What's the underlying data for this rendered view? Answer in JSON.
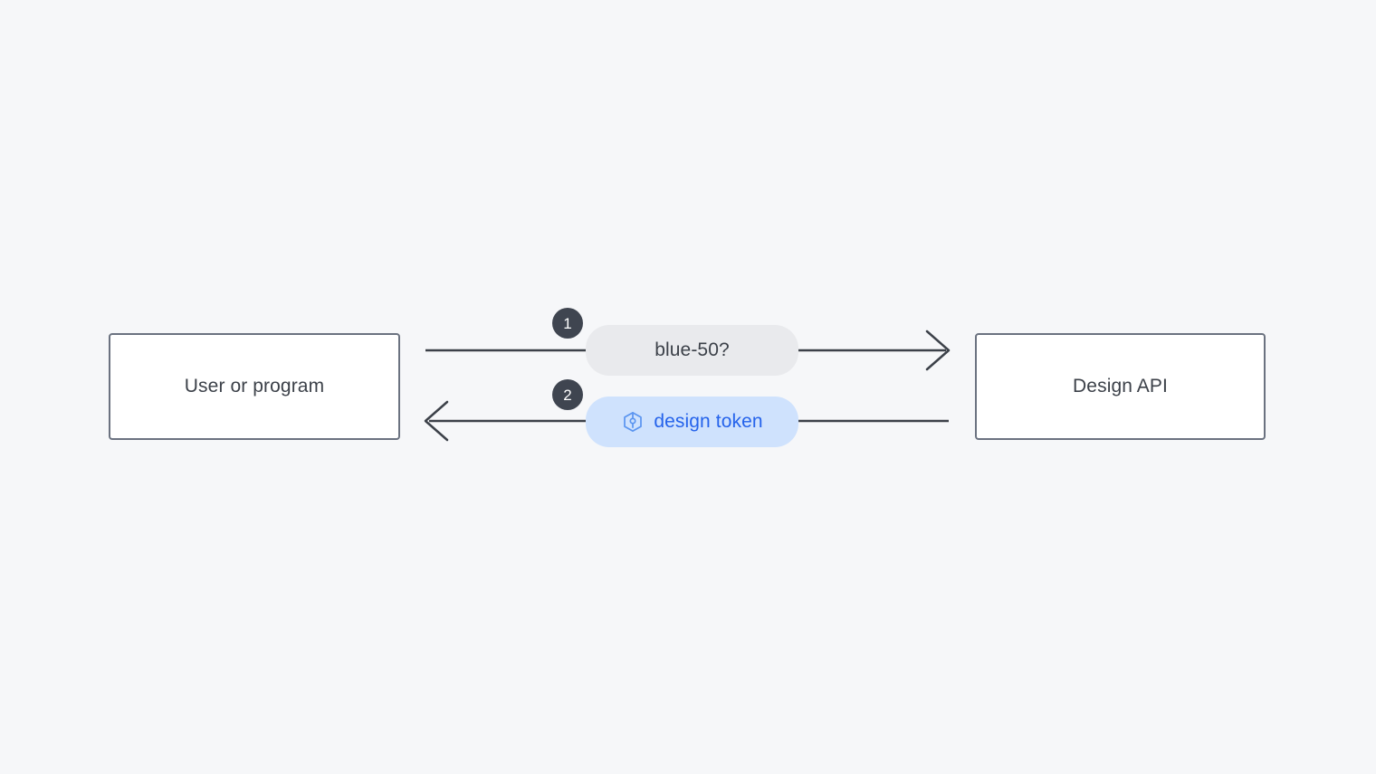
{
  "diagram": {
    "type": "sequence-diagram",
    "background_color": "#f6f7f9",
    "nodes": [
      {
        "id": "user",
        "label": "User or program"
      },
      {
        "id": "api",
        "label": "Design API"
      }
    ],
    "messages": [
      {
        "step": "1",
        "label": "blue-50?",
        "direction": "left-to-right",
        "pill_color": "#e9eaed",
        "text_color": "#3c4149",
        "icon": null
      },
      {
        "step": "2",
        "label": "design token",
        "direction": "right-to-left",
        "pill_color": "#cfe2fd",
        "text_color": "#2563eb",
        "icon": "cube-token-icon"
      }
    ],
    "badge_color": "#3f4550",
    "line_color": "#3c4149",
    "node_border_color": "#6b7280"
  }
}
